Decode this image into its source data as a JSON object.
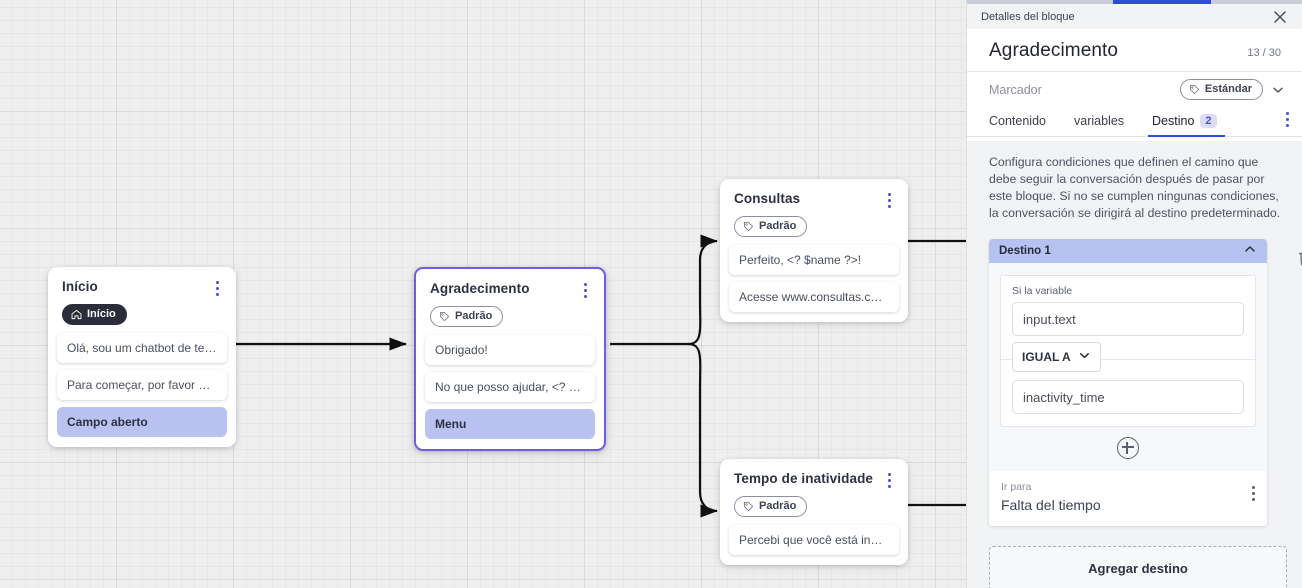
{
  "canvas": {
    "nodes": [
      {
        "id": "inicio",
        "title": "Início",
        "chip": "Início",
        "chip_icon": "home-icon",
        "chip_style": "dark",
        "messages": [
          "Olá, sou um chatbot de teste!",
          "Para começar, por favor digite o ...",
          "Campo aberto"
        ],
        "highlight_index": 2,
        "selected": false
      },
      {
        "id": "agradecimento",
        "title": "Agradecimento",
        "chip": "Padrão",
        "chip_icon": "tag-icon",
        "chip_style": "outline",
        "messages": [
          "Obrigado!",
          "No que posso ajudar, <? $name ...",
          "Menu"
        ],
        "highlight_index": 2,
        "selected": true
      },
      {
        "id": "consultas",
        "title": "Consultas",
        "chip": "Padrão",
        "chip_icon": "tag-icon",
        "chip_style": "outline",
        "messages": [
          "Perfeito, <? $name ?>!",
          "Acesse www.consultas.com par..."
        ],
        "highlight_index": -1,
        "selected": false
      },
      {
        "id": "inatividade",
        "title": "Tempo de inatividade",
        "chip": "Padrão",
        "chip_icon": "tag-icon",
        "chip_style": "outline",
        "messages": [
          "Percebi que você está inativo. C..."
        ],
        "highlight_index": -1,
        "selected": false
      }
    ]
  },
  "panel": {
    "header_title": "Detalles del bloque",
    "close_icon": "close-icon",
    "block_name": "Agradecimento",
    "char_count": "13 / 30",
    "marcador_label": "Marcador",
    "marcador_value": "Estándar",
    "marcador_icon": "tag-icon",
    "tabs": [
      {
        "label": "Contenido",
        "badge": "",
        "active": false
      },
      {
        "label": "variables",
        "badge": "",
        "active": false
      },
      {
        "label": "Destino",
        "badge": "2",
        "active": true
      }
    ],
    "description": "Configura condiciones que definen el camino que debe seguir la conversación después de pasar por este bloque. Si no se cumplen ningunas condiciones, la conversación se dirigirá al destino predeterminado.",
    "destination": {
      "header": "Destino 1",
      "collapse_icon": "chevron-up-icon",
      "delete_icon": "trash-icon",
      "condition_label": "Si la variable",
      "variable_value": "input.text",
      "operator": "IGUAL A",
      "operator_icon": "chevron-down-icon",
      "compare_value": "inactivity_time",
      "add_condition_icon": "plus-circle-icon",
      "goto_label": "Ir para",
      "goto_value": "Falta del tiempo",
      "goto_menu_icon": "kebab-icon"
    },
    "add_destination_label": "Agregar destino"
  },
  "colors": {
    "accent_blue": "#2a4fd6",
    "node_selected": "#6c5ce7",
    "highlight": "#b9c2f0",
    "dest_header": "#b6c2ef",
    "badge_bg": "#dcdcf8",
    "canvas_bg": "#eeeeee",
    "panel_bg": "#f2f3f5"
  }
}
